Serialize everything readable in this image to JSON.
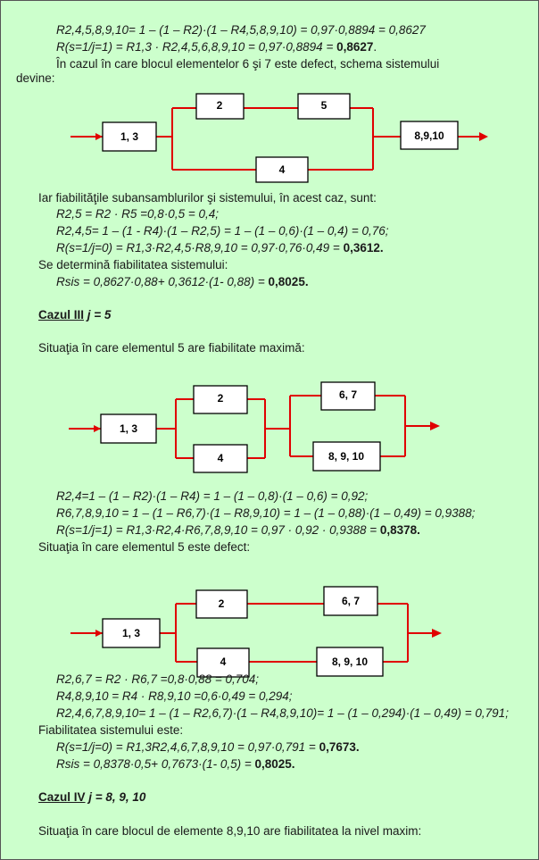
{
  "lines": {
    "l1": "R2,4,5,8,9,10= 1 – (1 – R2)·(1 – R4,5,8,9,10) = 0,97·0,8894 = 0,8627",
    "l2a": "R(s=1/j=1) = R1,3 · R2,4,5,6,8,9,10 = 0,97·0,8894 = ",
    "l2b": "0,8627",
    "l2c": ".",
    "p1a": "În cazul în care blocul elementelor 6 şi 7 este defect, schema sistemului",
    "p1b": "devine:",
    "l3": "Iar fiabilităţile subansamblurilor şi sistemului, în acest caz, sunt:",
    "l4": "R2,5 = R2 · R5 =0,8·0,5 = 0,4;",
    "l5": "R2,4,5= 1 – (1 - R4)·(1 – R2,5) = 1 – (1 – 0,6)·(1 – 0,4) = 0,76;",
    "l6a": "R(s=1/j=0) = R1,3·R2,4,5·R8,9,10 =  0,97·0,76·0,49 = ",
    "l6b": "0,3612.",
    "l7": "Se determină fiabilitatea sistemului:",
    "l8a": "Rsis = 0,8627·0,88+ 0,3612·(1- 0,88) = ",
    "l8b": "0,8025.",
    "h3a": "Cazul III",
    "h3b": " j = 5",
    "l9": "Situaţia în care elementul 5 are fiabilitate maximă:",
    "l10": "R2,4=1 – (1 – R2)·(1 – R4) = 1 – (1 – 0,8)·(1 – 0,6) = 0,92;",
    "l11": "R6,7,8,9,10 = 1 – (1 – R6,7)·(1 – R8,9,10) = 1 – (1 – 0,88)·(1 – 0,49) = 0,9388;",
    "l12a": "R(s=1/j=1) = R1,3·R2,4·R6,7,8,9,10 = 0,97 · 0,92 · 0,9388 = ",
    "l12b": "0,8378.",
    "l13": "Situaţia în care elementul 5 este defect:",
    "l14": "R2,6,7 = R2 · R6,7 =0,8·0,88 = 0,704;",
    "l15": "R4,8,9,10 = R4 · R8,9,10 =0,6·0,49 = 0,294;",
    "l16": "R2,4,6,7,8,9,10= 1 – (1 – R2,6,7)·(1 – R4,8,9,10)= 1 – (1 – 0,294)·(1 – 0,49) = 0,791;",
    "l17": "Fiabilitatea sistemului este:",
    "l18a": "R(s=1/j=0) = R1,3R2,4,6,7,8,9,10 =  0,97·0,791 = ",
    "l18b": "0,7673.",
    "l19a": "Rsis = 0,8378·0,5+ 0,7673·(1- 0,5) = ",
    "l19b": "0,8025.",
    "h4a": "Cazul IV",
    "h4b": " j = 8, 9, 10",
    "l20": "Situaţia în care blocul de elemente 8,9,10 are fiabilitatea la nivel maxim:"
  },
  "diagrams": {
    "d1": {
      "b13": "1, 3",
      "b2": "2",
      "b5": "5",
      "b4": "4",
      "b8910": "8,9,10"
    },
    "d2": {
      "b13": "1, 3",
      "b2": "2",
      "b4": "4",
      "b67": "6, 7",
      "b8910": "8, 9, 10"
    },
    "d3": {
      "b13": "1, 3",
      "b2": "2",
      "b4": "4",
      "b67": "6, 7",
      "b8910": "8, 9, 10"
    }
  },
  "colors": {
    "background": "#ccffcc",
    "wire": "#e00000",
    "box": "#ffffff"
  }
}
